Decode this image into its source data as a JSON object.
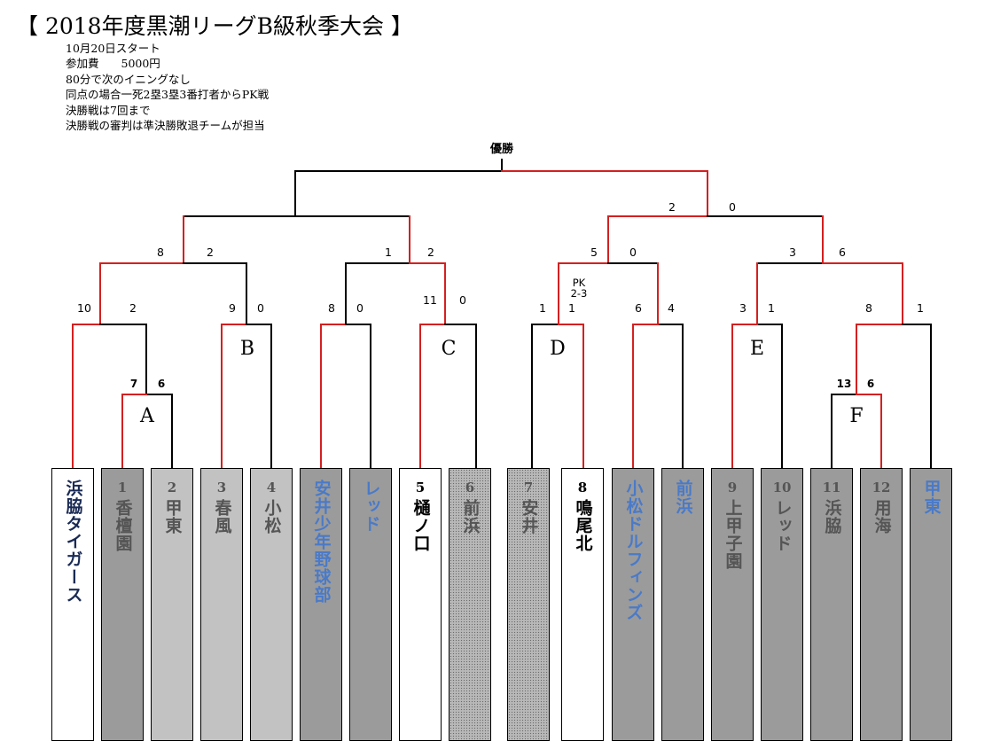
{
  "title": "【 2018年度黒潮リーグB級秋季大会 】",
  "notes": [
    "10月20日スタート",
    "参加費　　5000円",
    "80分で次のイニングなし",
    "同点の場合一死2塁3塁3番打者からPK戦",
    "決勝戦は7回まで",
    "決勝戦の審判は準決勝敗退チームが担当"
  ],
  "champion_label": "優勝",
  "blocks": [
    "A",
    "B",
    "C",
    "D",
    "E",
    "F"
  ],
  "pk_note": {
    "label": "PK",
    "score": "2-3"
  },
  "colors": {
    "winner_line": "#d42020",
    "line": "#000000",
    "team_blue": "#4a7ac8",
    "team_navy": "#1a2a55"
  },
  "teams": [
    {
      "num": "",
      "name": "浜脇タイガース",
      "style": "white",
      "text": "navy"
    },
    {
      "num": "1",
      "name": "香檀園",
      "style": "gray",
      "text": ""
    },
    {
      "num": "2",
      "name": "甲東",
      "style": "light",
      "text": ""
    },
    {
      "num": "3",
      "name": "春風",
      "style": "light",
      "text": ""
    },
    {
      "num": "4",
      "name": "小松",
      "style": "light",
      "text": ""
    },
    {
      "num": "",
      "name": "安井少年野球部",
      "style": "gray",
      "text": "blue"
    },
    {
      "num": "",
      "name": "レッド",
      "style": "gray",
      "text": "blue"
    },
    {
      "num": "5",
      "name": "樋ノ口",
      "style": "white",
      "text": ""
    },
    {
      "num": "6",
      "name": "前浜",
      "style": "dot",
      "text": ""
    },
    {
      "num": "7",
      "name": "安井",
      "style": "dot",
      "text": ""
    },
    {
      "num": "8",
      "name": "鳴尾北",
      "style": "white",
      "text": ""
    },
    {
      "num": "",
      "name": "小松ドルフィンズ",
      "style": "gray",
      "text": "blue"
    },
    {
      "num": "",
      "name": "前浜",
      "style": "gray",
      "text": "blue"
    },
    {
      "num": "9",
      "name": "上甲子園",
      "style": "gray",
      "text": ""
    },
    {
      "num": "10",
      "name": "レッド",
      "style": "gray",
      "text": ""
    },
    {
      "num": "11",
      "name": "浜脇",
      "style": "gray",
      "text": ""
    },
    {
      "num": "12",
      "name": "用海",
      "style": "gray",
      "text": ""
    },
    {
      "num": "",
      "name": "甲東",
      "style": "gray",
      "text": "blue"
    }
  ],
  "scores": {
    "final": [
      "2",
      "0"
    ],
    "semi": [
      "8",
      "2",
      "1",
      "2",
      "5",
      "0",
      "3",
      "6"
    ],
    "quarter": [
      "10",
      "2",
      "9",
      "0",
      "8",
      "0",
      "11",
      "0",
      "1",
      "1",
      "6",
      "4",
      "3",
      "1",
      "8",
      "1"
    ],
    "first": [
      "7",
      "6",
      "13",
      "6"
    ]
  }
}
